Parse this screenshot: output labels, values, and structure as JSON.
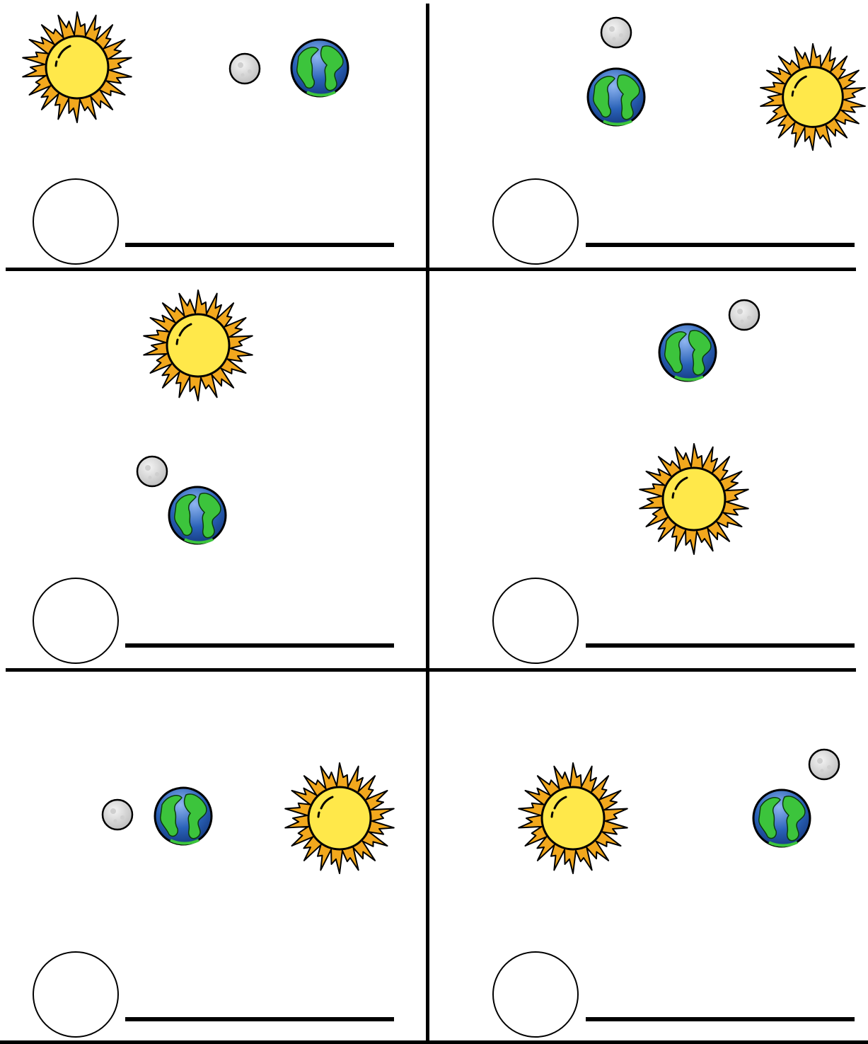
{
  "worksheet": {
    "title": "",
    "panels": [
      {
        "id": 1,
        "bodies": [
          "sun",
          "moon",
          "earth"
        ],
        "answer_circle": "",
        "answer_line": ""
      },
      {
        "id": 2,
        "bodies": [
          "moon",
          "earth",
          "sun"
        ],
        "answer_circle": "",
        "answer_line": ""
      },
      {
        "id": 3,
        "bodies": [
          "sun",
          "moon",
          "earth"
        ],
        "answer_circle": "",
        "answer_line": ""
      },
      {
        "id": 4,
        "bodies": [
          "moon",
          "earth",
          "sun"
        ],
        "answer_circle": "",
        "answer_line": ""
      },
      {
        "id": 5,
        "bodies": [
          "moon",
          "earth",
          "sun"
        ],
        "answer_circle": "",
        "answer_line": ""
      },
      {
        "id": 6,
        "bodies": [
          "sun",
          "moon",
          "earth"
        ],
        "answer_circle": "",
        "answer_line": ""
      }
    ]
  },
  "colors": {
    "sun_rays": "#F2A81D",
    "sun_core": "#FFE84A",
    "earth_ocean": "#2A62B8",
    "earth_land": "#3CC43C",
    "moon": "#D8D8D8",
    "ink": "#000000"
  },
  "icons": {
    "sun": "sun-icon",
    "earth": "earth-icon",
    "moon": "moon-icon"
  }
}
